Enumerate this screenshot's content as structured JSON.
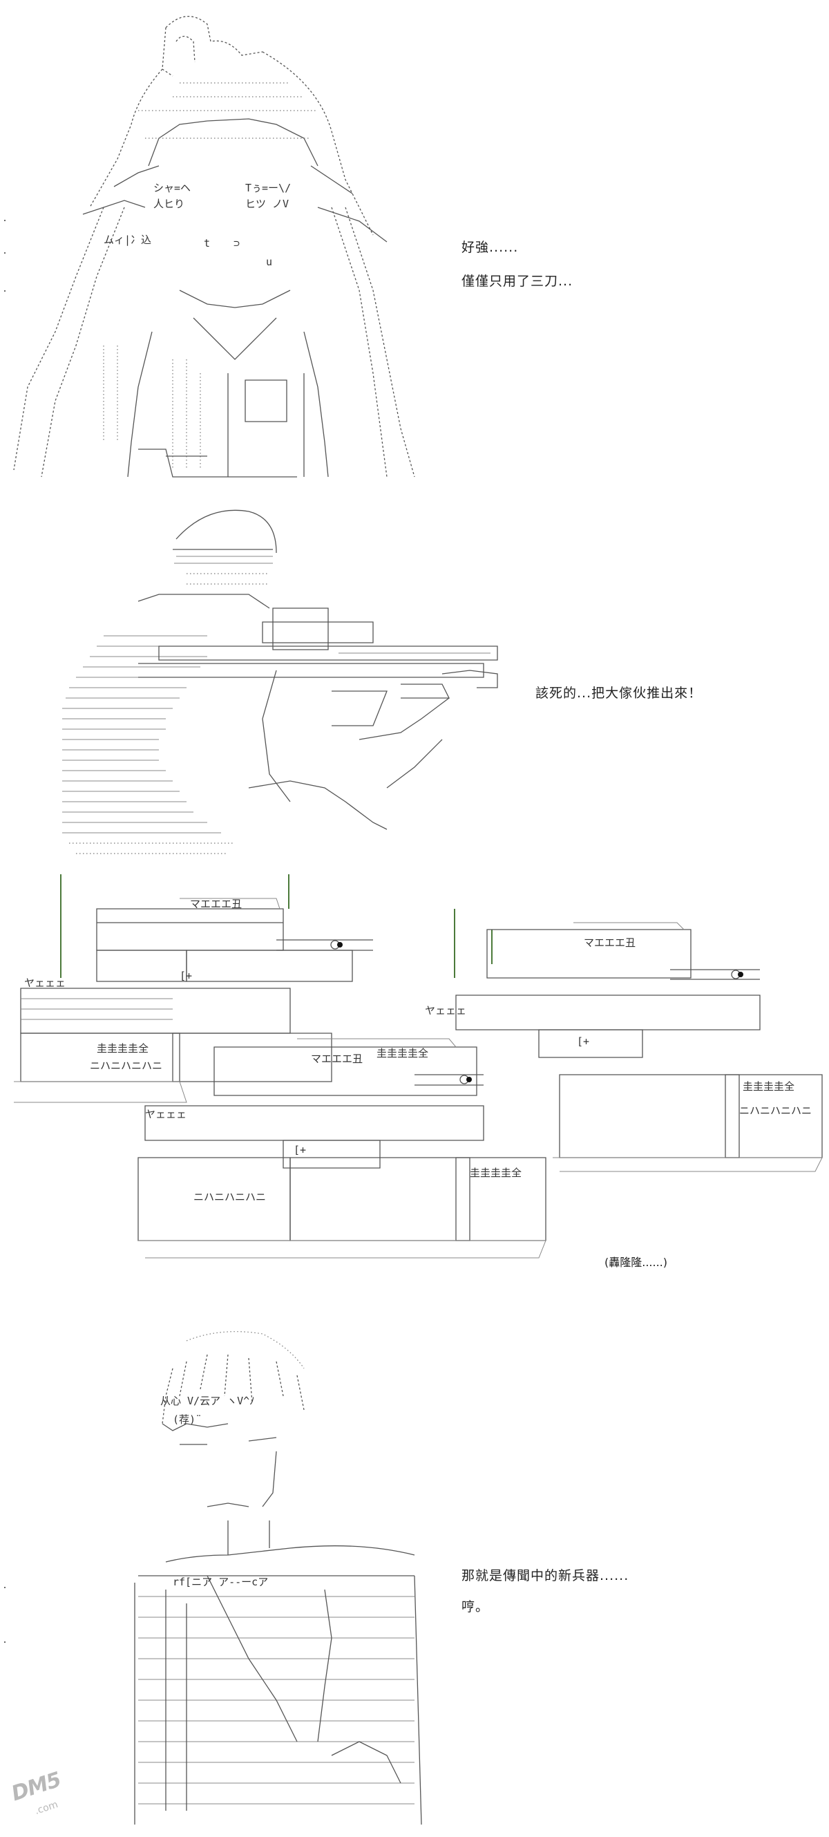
{
  "panels": [
    {
      "id": "panel-1",
      "captions": [
        "好強......",
        "僅僅只用了三刀..."
      ],
      "art_glyphs": {
        "mouth": "t",
        "face_l": "シャ=ヘ",
        "face_r": "Tぅ=ー\\/",
        "eye_l": "人ヒり",
        "eye_r": "ヒツ ノV",
        "lower": "ムィ|冫込",
        "cup": "⊃",
        "mark": "u"
      }
    },
    {
      "id": "panel-2",
      "captions": [
        "該死的...把大傢伙推出來！"
      ]
    },
    {
      "id": "panel-3",
      "sfx": "(轟隆隆......)",
      "tank_glyphs": {
        "turret_label": "マエエエ丑",
        "track_label": "圭圭圭圭全",
        "wheels": "ニハニハニハニ",
        "sign": "ヤェェェ",
        "plus": "[+"
      }
    },
    {
      "id": "panel-4",
      "captions": [
        "那就是傳聞中的新兵器......",
        "哼。"
      ],
      "art_glyphs": {
        "hair": "从心 V/云ア ヽV^ﾉ",
        "eye": "(荐)¨",
        "collar": "rf[ニア ア--ーcア"
      }
    }
  ],
  "watermark": {
    "text": "DM5",
    "sub": ".com"
  }
}
